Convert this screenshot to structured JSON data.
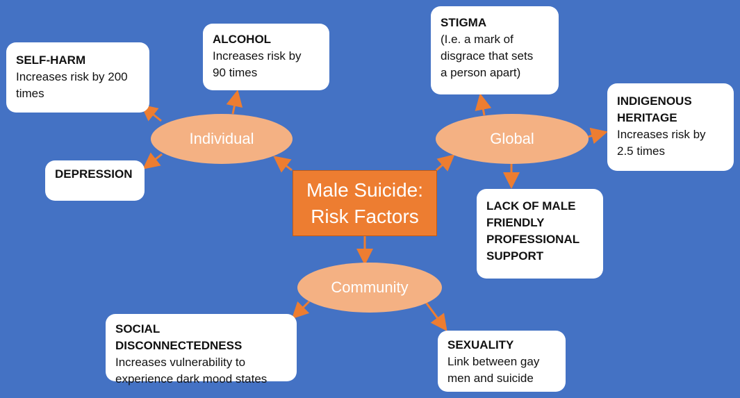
{
  "center": {
    "title": "Male Suicide:\nRisk Factors"
  },
  "categories": {
    "individual": "Individual",
    "global": "Global",
    "community": "Community"
  },
  "boxes": {
    "self_harm": {
      "title": "SELF-HARM",
      "text": "Increases risk by 200\ntimes"
    },
    "alcohol": {
      "title": "ALCOHOL",
      "text": "Increases risk by\n90 times"
    },
    "depression": {
      "title": "DEPRESSION",
      "text": ""
    },
    "stigma": {
      "title": "STIGMA",
      "text": "(I.e. a mark of\ndisgrace that sets\na person apart)"
    },
    "indigenous": {
      "title": "INDIGENOUS\nHERITAGE",
      "text": "Increases risk by\n2.5 times"
    },
    "lack_support": {
      "title": "LACK OF MALE\nFRIENDLY\nPROFESSIONAL\nSUPPORT",
      "text": ""
    },
    "social": {
      "title": "SOCIAL DISCONNECTEDNESS",
      "text": "Increases vulnerability to\nexperience dark mood states"
    },
    "sexuality": {
      "title": "SEXUALITY",
      "text": "Link between gay\nmen and suicide"
    }
  },
  "colors": {
    "background": "#4472c4",
    "center_fill": "#ed7d31",
    "oval_fill": "#f4b183",
    "arrow": "#ed7d31",
    "box_fill": "#ffffff"
  }
}
